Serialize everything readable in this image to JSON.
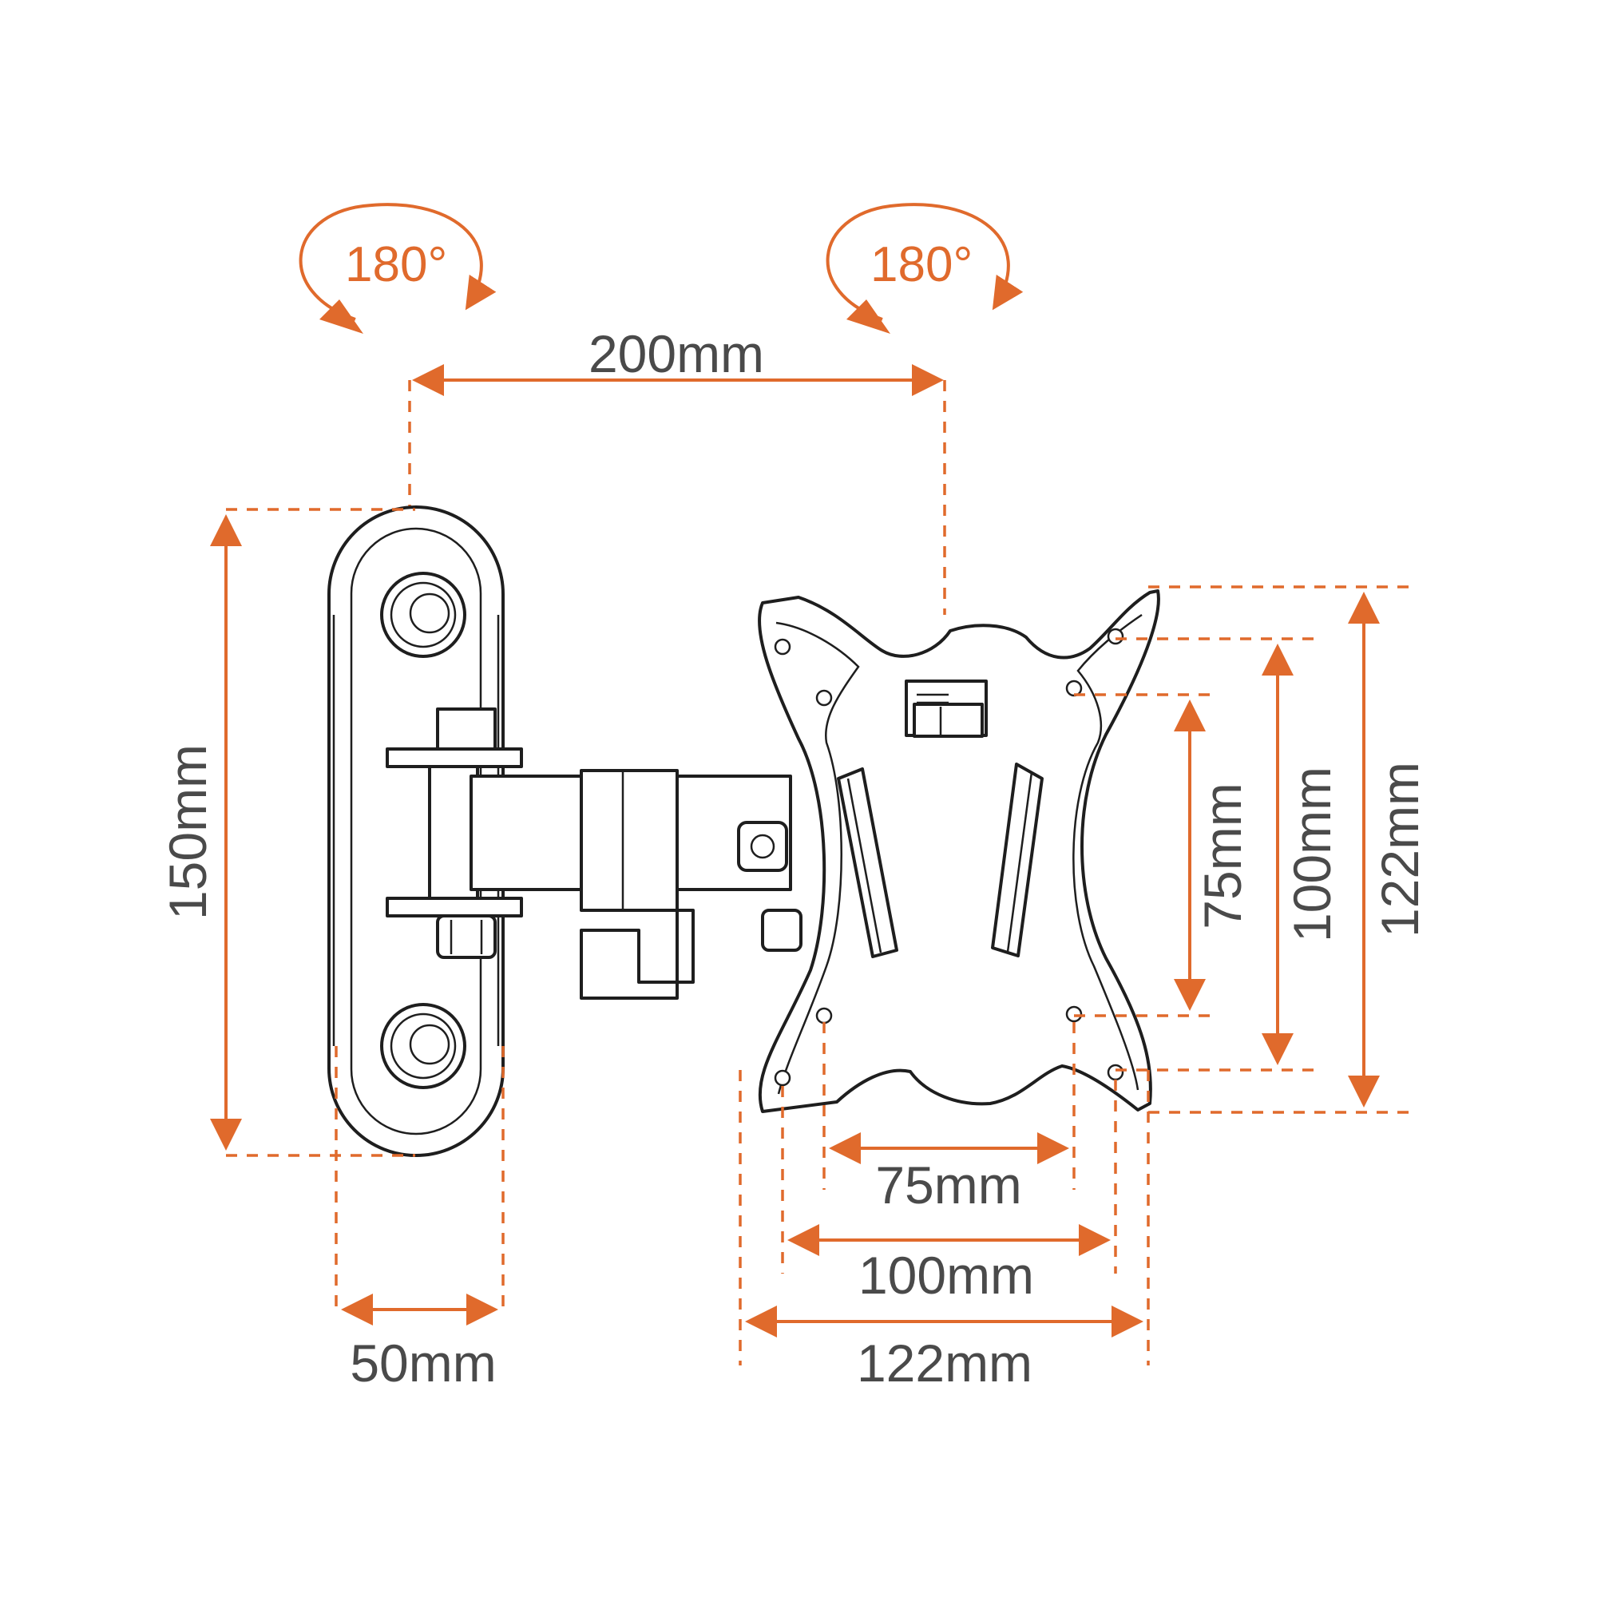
{
  "colors": {
    "accent": "#e06a2c",
    "text": "#4a4a4a",
    "line": "#1e1e1e"
  },
  "rotation_labels": {
    "left": "180°",
    "right": "180°"
  },
  "dimensions": {
    "arm_length": "200mm",
    "wall_plate_height": "150mm",
    "wall_plate_width": "50mm",
    "vesa_small": "75mm",
    "vesa_medium": "100mm",
    "plate_size": "122mm",
    "vesa_small_v": "75mm",
    "vesa_medium_v": "100mm",
    "plate_size_v": "122mm"
  }
}
